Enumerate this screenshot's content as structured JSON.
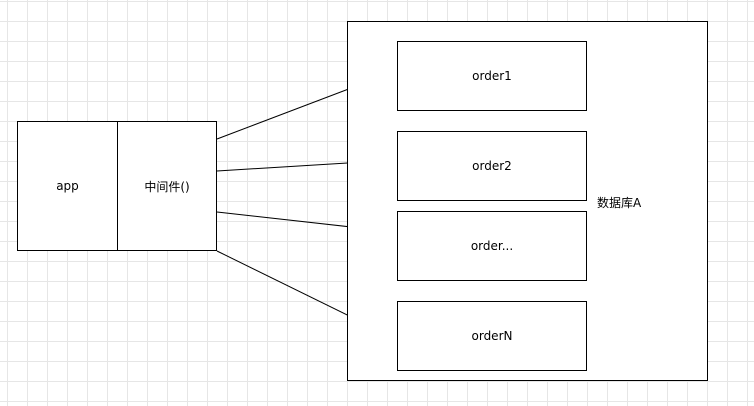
{
  "app": {
    "label": "app"
  },
  "middleware": {
    "label": "中间件()"
  },
  "database": {
    "label": "数据库A",
    "tables": [
      "order1",
      "order2",
      "order...",
      "orderN"
    ]
  },
  "colors": {
    "stroke": "#000000",
    "grid": "#e6e6e6",
    "background": "#ffffff"
  }
}
